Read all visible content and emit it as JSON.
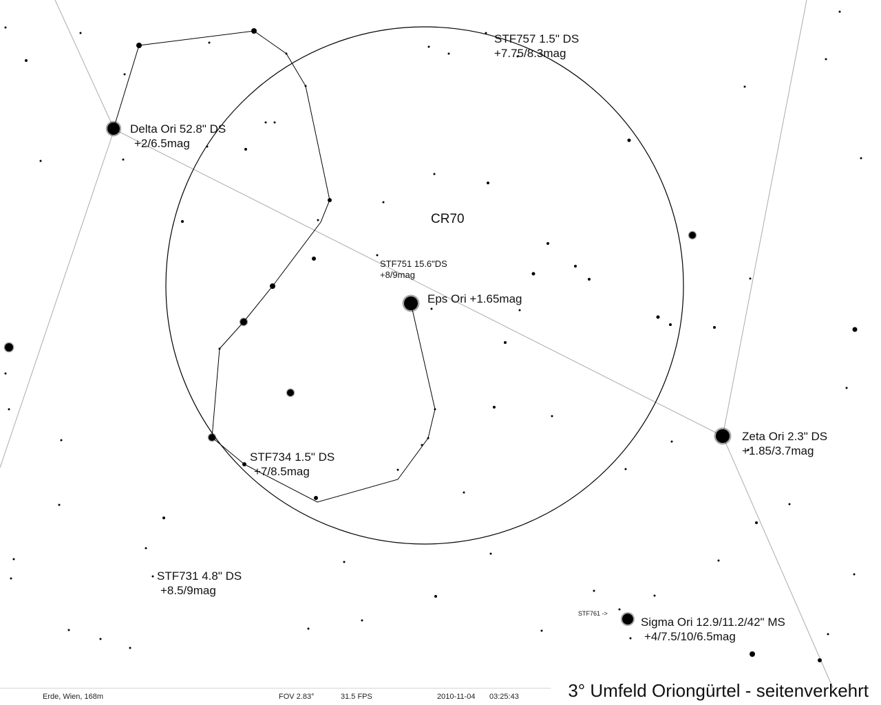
{
  "cluster_label": "CR70",
  "labels": {
    "stf757": [
      "STF757 1.5\" DS",
      "+7.75/8.3mag"
    ],
    "delta": [
      "Delta Ori 52.8\" DS",
      "+2/6.5mag"
    ],
    "stf751": [
      "STF751 15.6\"DS",
      "+8/9mag"
    ],
    "eps": "Eps Ori +1.65mag",
    "zeta": [
      "Zeta Ori 2.3\" DS",
      "+1.85/3.7mag"
    ],
    "stf734": [
      "STF734 1.5\" DS",
      "+7/8.5mag"
    ],
    "stf731": [
      "STF731 4.8\" DS",
      "+8.5/9mag"
    ],
    "stf761": "STF761 ->",
    "sigma": [
      "Sigma Ori 12.9/11.2/42\" MS",
      "+4/7.5/10/6.5mag"
    ]
  },
  "status": {
    "location": "Erde, Wien, 168m",
    "fov": "FOV 2.83°",
    "fps": "31.5 FPS",
    "date": "2010-11-04",
    "time": "03:25:43"
  },
  "title": "3° Umfeld Oriongürtel - seitenverkehrt",
  "colors": {
    "background": "#ffffff",
    "lines": "#000000",
    "guide_lines": "#aaaaaa",
    "stars": "#000000"
  }
}
